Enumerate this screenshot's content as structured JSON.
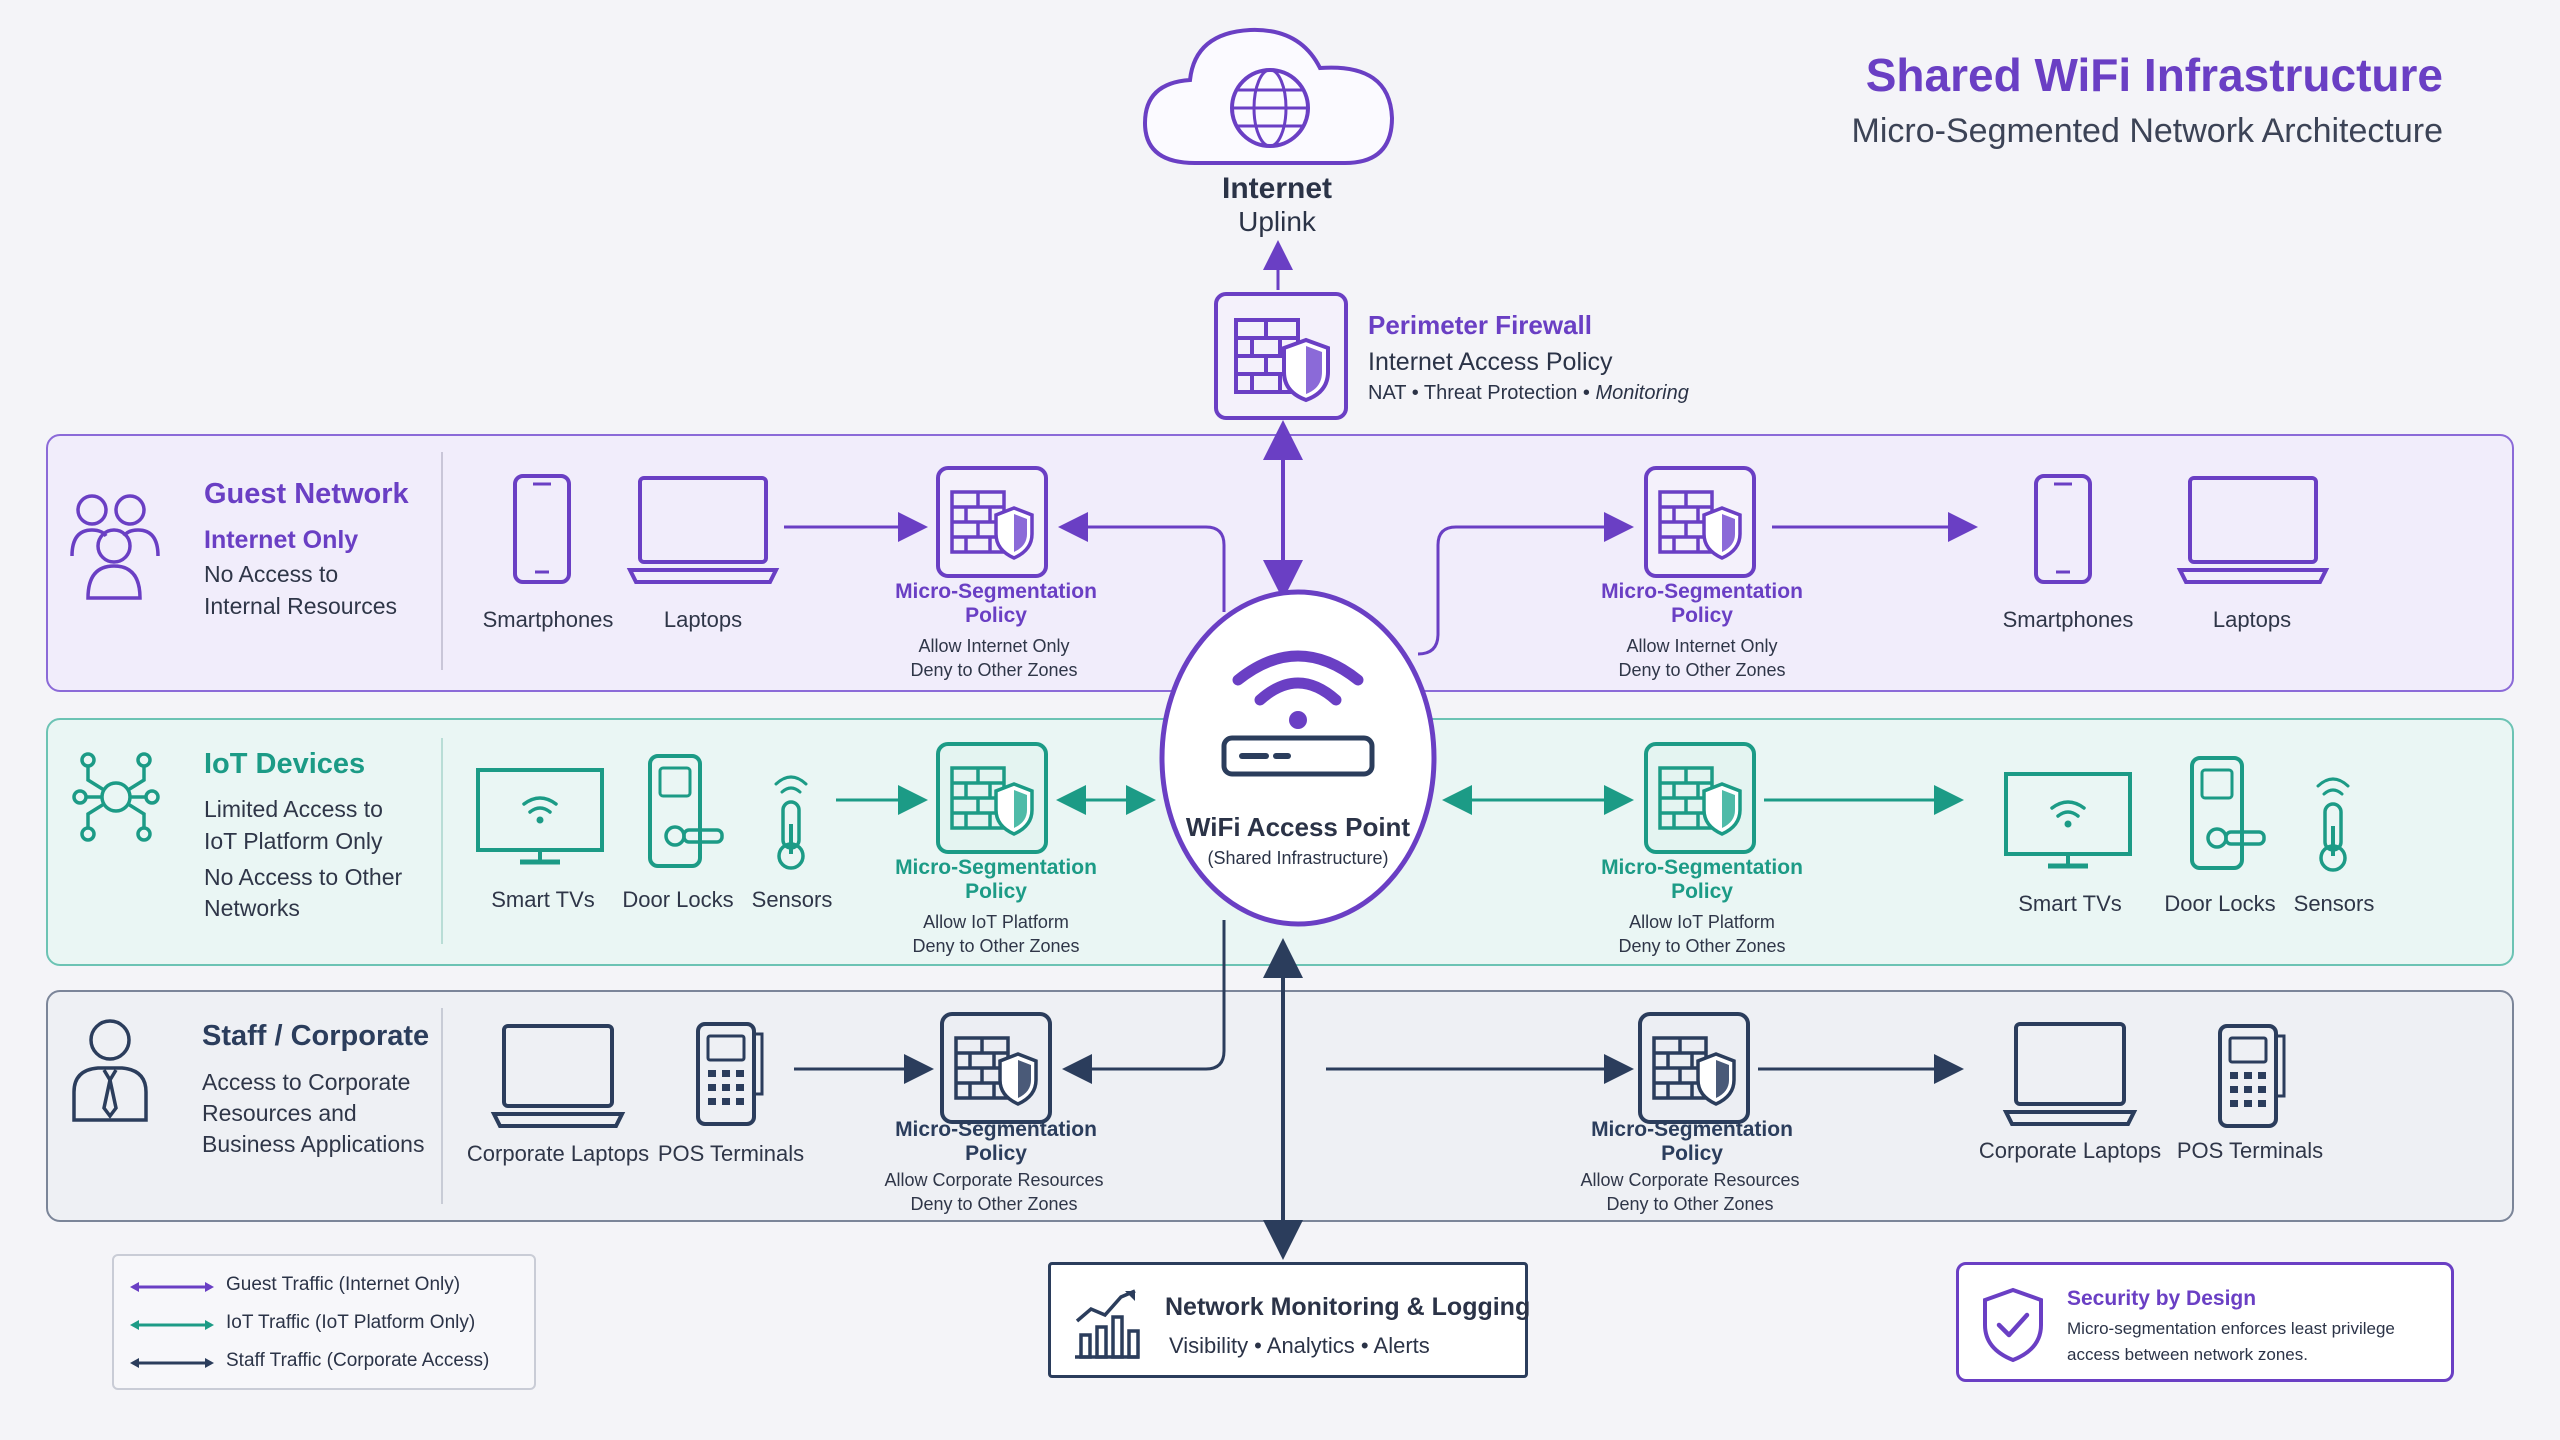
{
  "header": {
    "title": "Shared WiFi Infrastructure",
    "subtitle": "Micro-Segmented Network Architecture"
  },
  "internet": {
    "line1": "Internet",
    "line2": "Uplink"
  },
  "firewall": {
    "title": "Perimeter Firewall",
    "line1": "Internet Access Policy",
    "line2a": "NAT • Threat Protection • ",
    "line2b": "Monitoring"
  },
  "access_point": {
    "title": "WiFi Access Point",
    "subtitle": "(Shared Infrastructure)"
  },
  "zones": {
    "guest": {
      "title": "Guest Network",
      "subtitle": "Internet Only",
      "desc1": "No Access to",
      "desc2": "Internal Resources",
      "devices_left": [
        "Smartphones",
        "Laptops"
      ],
      "devices_right": [
        "Smartphones",
        "Laptops"
      ],
      "policy_title1": "Micro-Segmentation",
      "policy_title2": "Policy",
      "policy_line1": "Allow Internet Only",
      "policy_line2": "Deny to Other Zones"
    },
    "iot": {
      "title": "IoT Devices",
      "desc1": "Limited Access to",
      "desc2": "IoT Platform Only",
      "desc3": "No Access to Other",
      "desc4": "Networks",
      "devices_left": [
        "Smart TVs",
        "Door Locks",
        "Sensors"
      ],
      "devices_right": [
        "Smart TVs",
        "Door Locks",
        "Sensors"
      ],
      "policy_title1": "Micro-Segmentation",
      "policy_title2": "Policy",
      "policy_line1": "Allow IoT Platform",
      "policy_line2": "Deny to Other Zones"
    },
    "staff": {
      "title": "Staff / Corporate",
      "desc1": "Access to Corporate",
      "desc2": "Resources and",
      "desc3": "Business Applications",
      "devices_left": [
        "Corporate Laptops",
        "POS Terminals"
      ],
      "devices_right": [
        "Corporate Laptops",
        "POS Terminals"
      ],
      "policy_title1": "Micro-Segmentation",
      "policy_title2": "Policy",
      "policy_line1": "Allow Corporate Resources",
      "policy_line2": "Deny to Other Zones"
    }
  },
  "legend": [
    {
      "label": "Guest Traffic (Internet Only)",
      "color": "#6a3fc4"
    },
    {
      "label": "IoT Traffic (IoT Platform Only)",
      "color": "#1c9b86"
    },
    {
      "label": "Staff Traffic (Corporate Access)",
      "color": "#2b3d5c"
    }
  ],
  "monitoring": {
    "title": "Network Monitoring & Logging",
    "subtitle": "Visibility • Analytics • Alerts"
  },
  "security": {
    "title": "Security by Design",
    "line1": "Micro-segmentation enforces least privilege",
    "line2": "access between network zones."
  },
  "colors": {
    "guest": "#6a3fc4",
    "iot": "#1c9b86",
    "staff": "#2b3d5c",
    "guest_bg": "#f1edfb",
    "iot_bg": "#eaf6f4",
    "staff_bg": "#eef0f4"
  },
  "icons": {
    "internet": "cloud-globe-icon",
    "firewall": "firewall-shield-icon",
    "access_point": "wifi-router-icon",
    "guest_zone": "users-icon",
    "iot_zone": "circuit-icon",
    "staff_zone": "employee-icon",
    "monitoring": "chart-icon",
    "security": "shield-check-icon"
  }
}
